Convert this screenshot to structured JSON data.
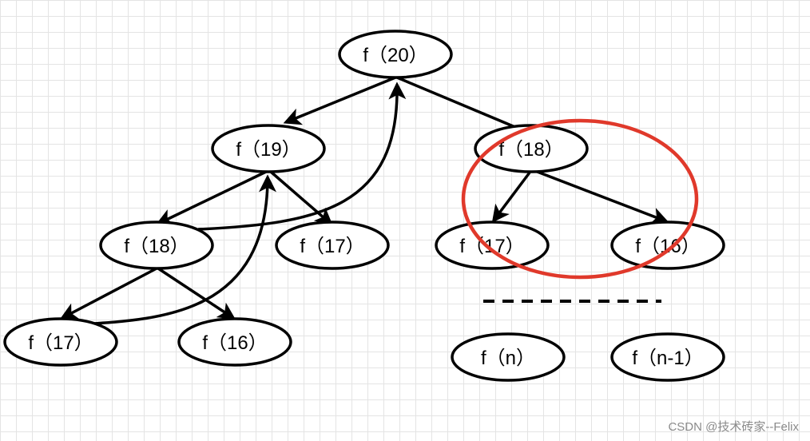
{
  "nodes": {
    "f20": "f（20）",
    "f19": "f（19）",
    "f18_right": "f（18）",
    "f18_left": "f（18）",
    "f17_mid": "f（17）",
    "f17_right": "f（17）",
    "f16_right": "f（16）",
    "f17_bottom": "f（17）",
    "f16_bottom": "f（16）",
    "fn": "f（n）",
    "fn1": "f（n-1）"
  },
  "watermark": "CSDN @技术砖家--Felix",
  "colors": {
    "stroke": "#000000",
    "highlight": "#e0392b"
  }
}
